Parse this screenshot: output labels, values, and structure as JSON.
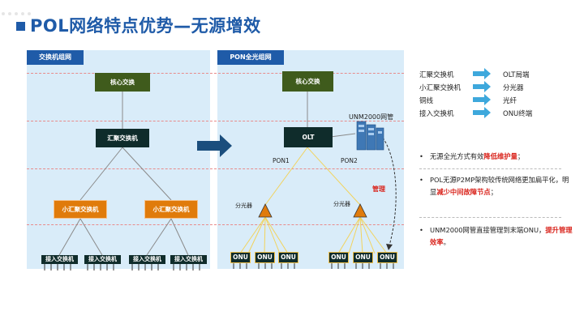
{
  "title": "POL网络特点优势—无源增效",
  "left_panel": {
    "tab": "交换机组网",
    "core": "核心交换",
    "aggregation": "汇聚交换机",
    "mini_aggregation": [
      "小汇聚交换机",
      "小汇聚交换机"
    ],
    "access": [
      "接入交换机",
      "接入交换机",
      "接入交换机",
      "接入交换机"
    ]
  },
  "right_panel": {
    "tab": "PON全光组网",
    "core": "核心交换",
    "olt": "OLT",
    "nms": "UNM2000网管",
    "pon1": "PON1",
    "pon2": "PON2",
    "manage": "管理",
    "splitters": [
      "分光器",
      "分光器"
    ],
    "onus": [
      "ONU",
      "ONU",
      "ONU",
      "ONU",
      "ONU",
      "ONU"
    ]
  },
  "legend": [
    {
      "from": "汇聚交换机",
      "to": "OLT局端"
    },
    {
      "from": "小汇聚交换机",
      "to": "分光器"
    },
    {
      "from": "铜线",
      "to": "光纤"
    },
    {
      "from": "接入交换机",
      "to": "ONU终端"
    }
  ],
  "bullets": [
    {
      "pre": "无源全光方式有效",
      "em": "降低维护量",
      "post": "；"
    },
    {
      "pre": "POL无源P2MP架构较传统网络更加扁平化，明显",
      "em": "减少中间故障节点",
      "post": "；"
    },
    {
      "pre": "UNM2000网管直接管理到末端ONU，",
      "em": "提升管理效率",
      "post": "。"
    }
  ],
  "colors": {
    "brand": "#1f5ba8",
    "panel": "#d9ecf9",
    "highlight": "#d9241c",
    "fiber": "#f2d35c",
    "copper": "#8a8a8a"
  }
}
